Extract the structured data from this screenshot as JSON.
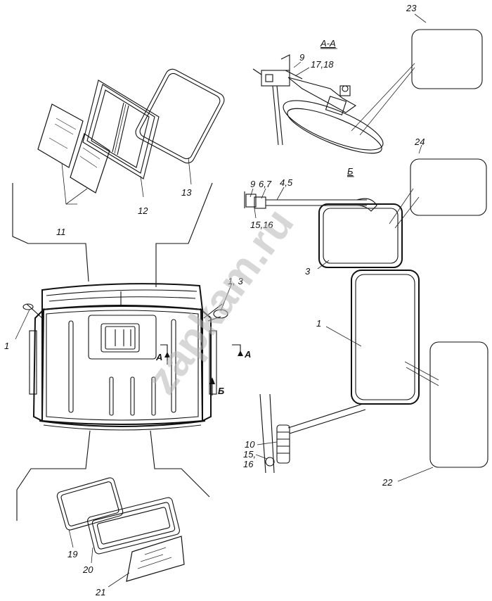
{
  "labels": {
    "l1_left": "1",
    "l1_3": "1, 3",
    "l3": "3",
    "l1_mirror": "1",
    "l4_5": "4,5",
    "l6_7": "6,7",
    "l9_b": "9",
    "l15_16_b": "15,16",
    "l9_aa": "9",
    "l17_18": "17,18",
    "l10": "10",
    "l15": "15,",
    "l16": "16",
    "l11": "11",
    "l12": "12",
    "l13": "13",
    "l19": "19",
    "l20": "20",
    "l21": "21",
    "l22": "22",
    "l23": "23",
    "l24": "24"
  },
  "sections": {
    "aa_title": "А-А",
    "b_title": "Б",
    "a_marker_left": "А",
    "a_marker_right": "А",
    "b_marker": "Б"
  },
  "watermark": "zapkam.ru"
}
